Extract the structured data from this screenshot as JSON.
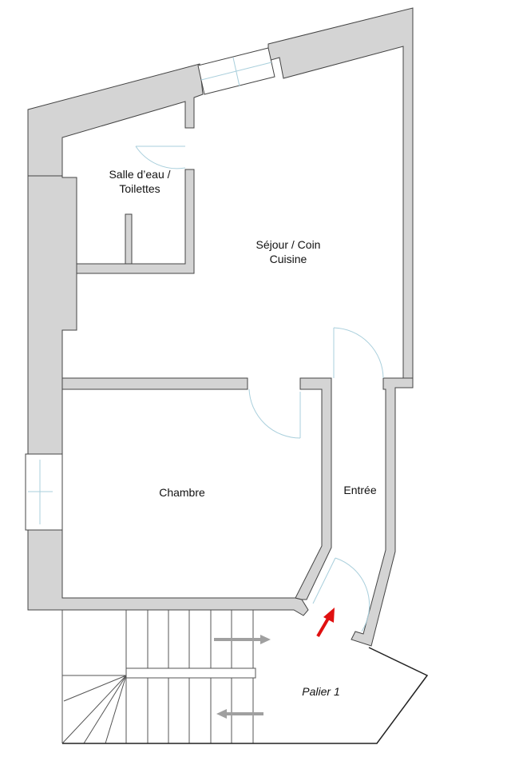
{
  "rooms": {
    "bathroom": {
      "line1": "Salle d’eau /",
      "line2": "Toilettes"
    },
    "living": {
      "line1": "Séjour / Coin",
      "line2": "Cuisine"
    },
    "bedroom": "Chambre",
    "entrance": "Entrée",
    "landing": "Palier 1"
  },
  "colors": {
    "wall": "#d4d4d4",
    "door": "#a9cfdc",
    "arrow_entry": "#e01010",
    "arrow_stairs": "#a0a0a0"
  }
}
